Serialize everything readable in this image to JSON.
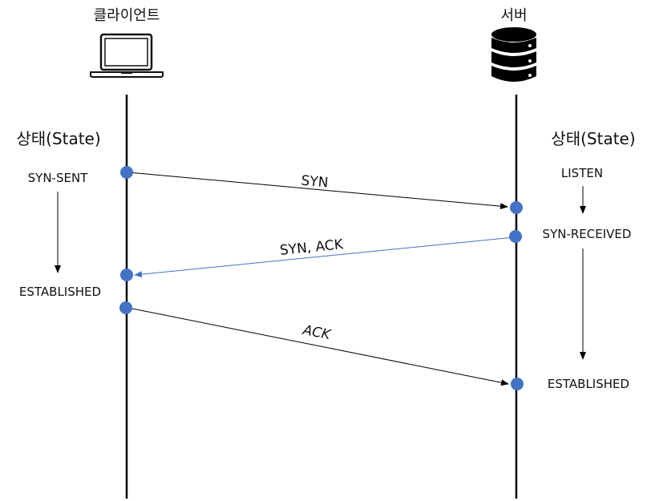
{
  "participants": {
    "client": {
      "label": "클라이언트",
      "icon": "laptop-icon"
    },
    "server": {
      "label": "서버",
      "icon": "database-icon"
    }
  },
  "state_headers": {
    "client": "상태(State)",
    "server": "상태(State)"
  },
  "client_states": {
    "first": "SYN-SENT",
    "second": "ESTABLISHED"
  },
  "server_states": {
    "first": "LISTEN",
    "second": "SYN-RECEIVED",
    "third": "ESTABLISHED"
  },
  "messages": [
    {
      "label": "SYN",
      "from": "client",
      "to": "server",
      "color": "#000000"
    },
    {
      "label": "SYN, ACK",
      "from": "server",
      "to": "client",
      "color": "#4472C4"
    },
    {
      "label": "ACK",
      "from": "client",
      "to": "server",
      "color": "#000000"
    }
  ],
  "colors": {
    "node": "#4472C4",
    "lifeline": "#000000",
    "reply_arrow": "#4472C4"
  }
}
